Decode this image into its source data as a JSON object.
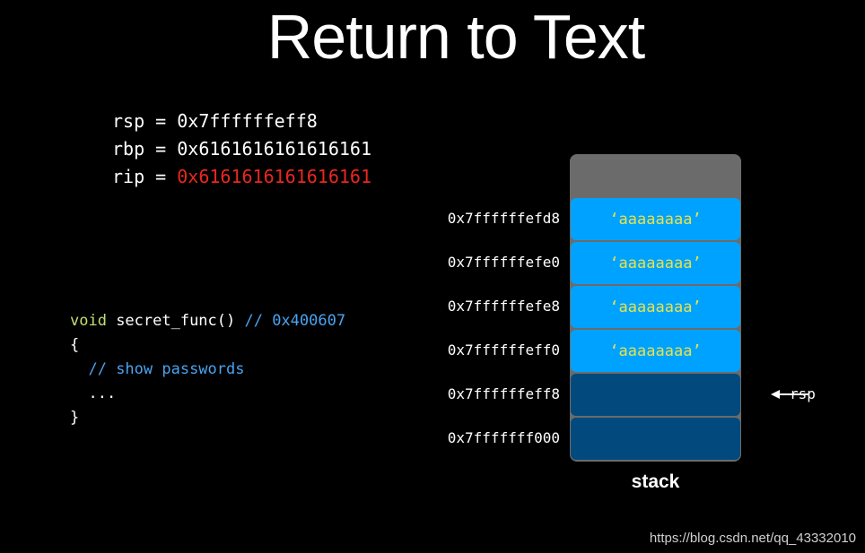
{
  "title": "Return to Text",
  "registers": [
    {
      "name": "rsp",
      "value": "0x7ffffffeff8",
      "color": "#ffffff"
    },
    {
      "name": "rbp",
      "value": "0x6161616161616161",
      "color": "#ffffff"
    },
    {
      "name": "rip",
      "value": "0x6161616161616161",
      "color": "#e8281f"
    }
  ],
  "code": {
    "line1": {
      "kw": "void",
      "sig": " secret_func() ",
      "comment": "// 0x400607"
    },
    "line2": "{",
    "line3": {
      "indent": "  ",
      "comment": "// show passwords"
    },
    "line4": "  ...",
    "line5": "}"
  },
  "stack": {
    "label": "stack",
    "rows": [
      {
        "address": "0x7ffffffefd8",
        "content": "‘aaaaaaaa’",
        "filled": true
      },
      {
        "address": "0x7ffffffefe0",
        "content": "‘aaaaaaaa’",
        "filled": true
      },
      {
        "address": "0x7ffffffefe8",
        "content": "‘aaaaaaaa’",
        "filled": true
      },
      {
        "address": "0x7ffffffeff0",
        "content": "‘aaaaaaaa’",
        "filled": true
      },
      {
        "address": "0x7ffffffeff8",
        "content": "",
        "filled": false
      },
      {
        "address": "0x7fffffff000",
        "content": "",
        "filled": false
      }
    ],
    "pointer_label": "rsp",
    "pointer_row": 4,
    "colors": {
      "filled": "#00a2ff",
      "empty": "#024a7d",
      "top": "#6b6b6b",
      "content_text": "#e6e24a"
    }
  },
  "watermark": "https://blog.csdn.net/qq_43332010"
}
